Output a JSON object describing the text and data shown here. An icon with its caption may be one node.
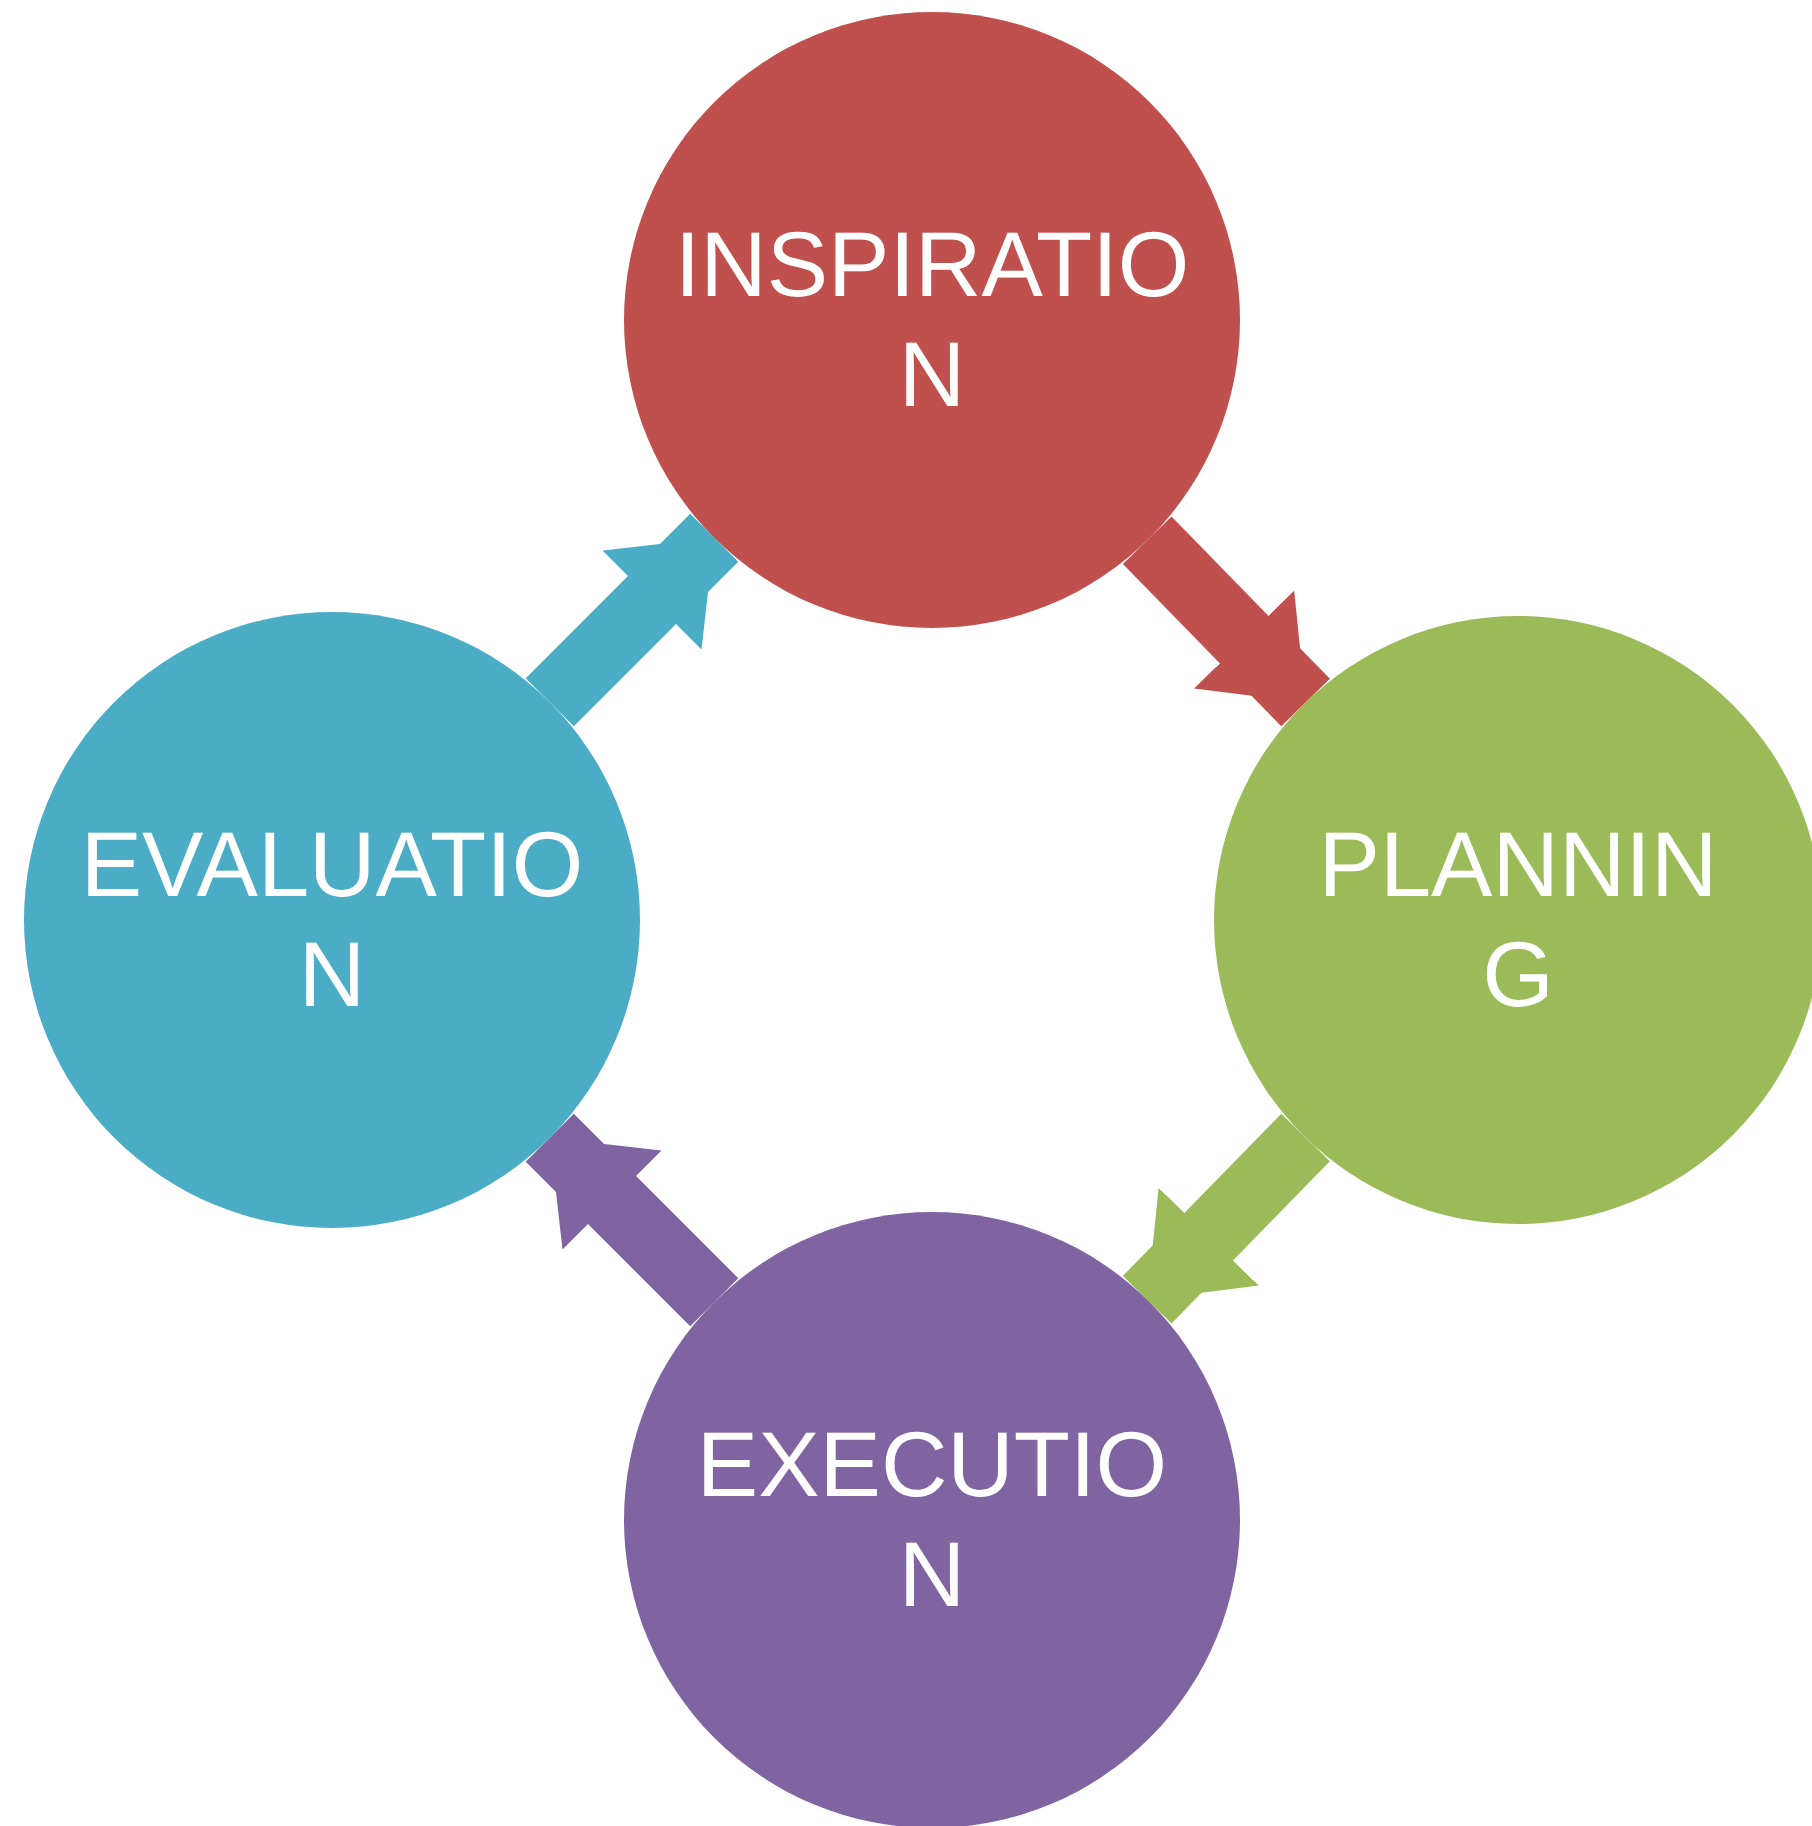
{
  "diagram": {
    "nodes": [
      {
        "text": [
          "INSPIRATION"
        ]
      },
      {
        "text": [
          "PLANNING"
        ]
      },
      {
        "text": [
          "EXECUTION"
        ]
      },
      {
        "text": [
          "EVALUATION"
        ]
      }
    ],
    "edges": [
      {
        "from": 0,
        "to": 1,
        "arrow": "to",
        "color": "#c0504d"
      },
      {
        "from": 1,
        "to": 2,
        "arrow": "to",
        "color": "#9bbb59"
      },
      {
        "from": 2,
        "to": 3,
        "arrow": "to",
        "color": "#8064a2"
      },
      {
        "from": 3,
        "to": 0,
        "arrow": "to",
        "color": "#4bacc6"
      }
    ]
  }
}
